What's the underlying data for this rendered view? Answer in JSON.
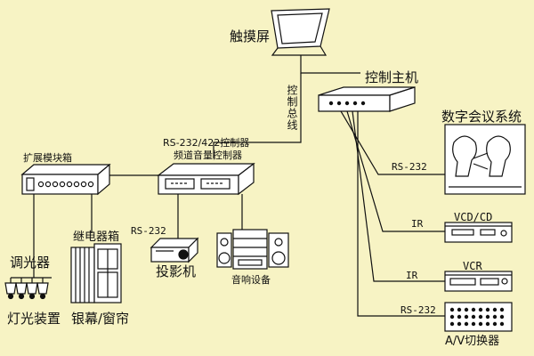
{
  "labels": {
    "touchscreen": "触摸屏",
    "master_controller": "控制主机",
    "control_bus": "控制总线",
    "rs232_422_line1": "RS-232/422控制器",
    "rs232_422_line2": "频道音量控制器",
    "expansion_box": "扩展模块箱",
    "relay_box": "继电器箱",
    "dimmer": "调光器",
    "lighting": "灯光装置",
    "screen_curtain": "银幕/窗帘",
    "projector": "投影机",
    "audio": "音响设备",
    "conference": "数字会议系统",
    "vcd_cd": "VCD/CD",
    "vcr": "VCR",
    "av_switcher": "A/V切换器",
    "rs232_projector": "RS-232",
    "rs232_conf": "RS-232",
    "ir_vcd": "IR",
    "ir_vcr": "IR",
    "rs232_switch": "RS-232"
  },
  "colors": {
    "background": "#f7f3c4",
    "line": "#111111",
    "device_fill": "#ffffff"
  }
}
